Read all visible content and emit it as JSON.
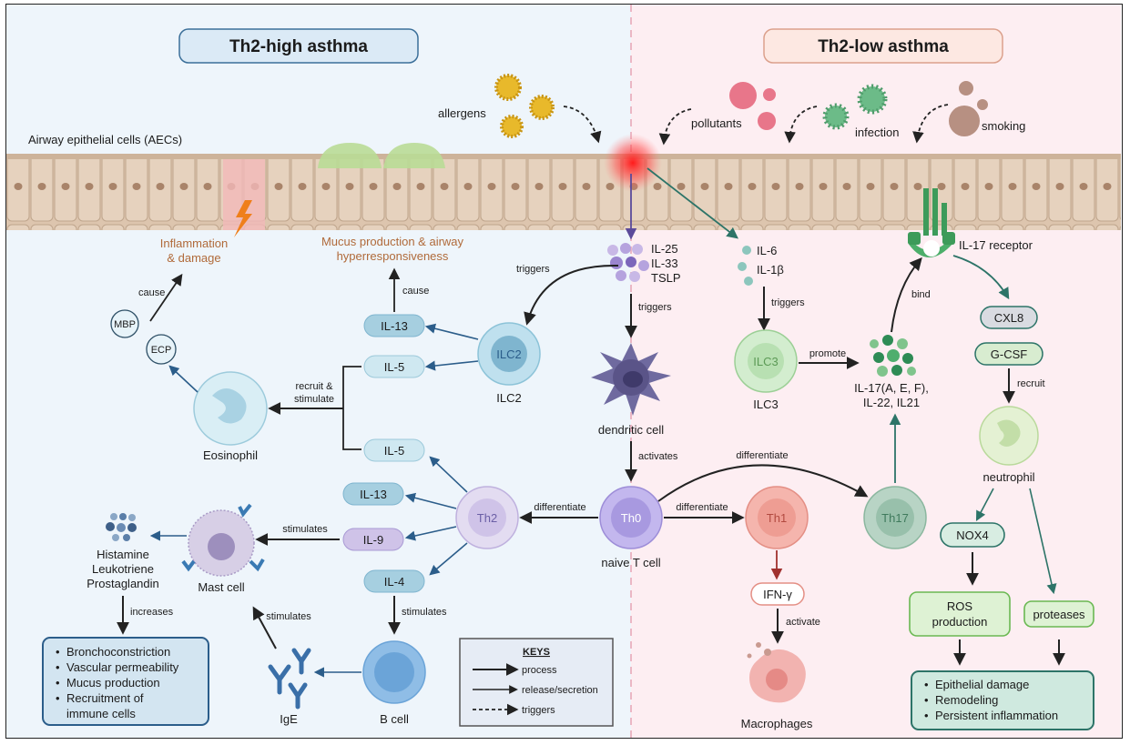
{
  "panels": {
    "left_title": "Th2-high asthma",
    "right_title": "Th2-low asthma"
  },
  "epithelium": {
    "label": "Airway epithelial cells (AECs)"
  },
  "triggers": {
    "allergens": "allergens",
    "pollutants": "pollutants",
    "infection": "infection",
    "smoking": "smoking"
  },
  "effects": {
    "inflammation": [
      "Inflammation",
      "& damage"
    ],
    "mucus": [
      "Mucus production & airway",
      "hyperresponsiveness"
    ]
  },
  "cytokines": {
    "alarmins": [
      "IL-25",
      "IL-33",
      "TSLP"
    ],
    "il6": "IL-6",
    "il1b": "IL-1β",
    "il17_products": [
      "IL-17(A, E, F),",
      "IL-22, IL21"
    ],
    "il17_receptor": "IL-17 receptor",
    "cxl8": "CXL8",
    "gcsf": "G-CSF",
    "ifng": "IFN-γ",
    "nox4": "NOX4",
    "ros": [
      "ROS",
      "production"
    ],
    "proteases": "proteases",
    "ilc2_out": [
      "IL-13",
      "IL-5"
    ],
    "th2_out": [
      "IL-5",
      "IL-13",
      "IL-9",
      "IL-4"
    ],
    "mbp": "MBP",
    "ecp": "ECP"
  },
  "cells": {
    "ilc2_inner": "ILC2",
    "ilc2_label": "ILC2",
    "ilc3_inner": "ILC3",
    "ilc3_label": "ILC3",
    "dendritic": "dendritic cell",
    "th0_inner": "Th0",
    "th0_label": "naive T cell",
    "th1": "Th1",
    "th2": "Th2",
    "th17": "Th17",
    "eosinophil": "Eosinophil",
    "mast": "Mast cell",
    "bcell": "B cell",
    "ige": "IgE",
    "neutrophil": "neutrophil",
    "macrophages": "Macrophages"
  },
  "arrow_labels": {
    "triggers_ilc2": "triggers",
    "triggers_dc": "triggers",
    "triggers_ilc3": "triggers",
    "cause_left": "cause",
    "cause_mid": "cause",
    "recruit_stimulate": [
      "recruit &",
      "stimulate"
    ],
    "activates": "activates",
    "differentiate_th2": "differentiate",
    "differentiate_th1": "differentiate",
    "differentiate_th17": "differentiate",
    "stimulates_mast": "stimulates",
    "stimulates_mast_ige": "stimulates",
    "stimulates_bcell": "stimulates",
    "increases": "increases",
    "promote": "promote",
    "bind": "bind",
    "recruit": "recruit",
    "activate": "activate"
  },
  "mediators": [
    "Histamine",
    "Leukotriene",
    "Prostaglandin"
  ],
  "outcomes_left": [
    "Bronchoconstriction",
    "Vascular permeability",
    "Mucus production",
    "Recruitment of",
    "immune cells"
  ],
  "outcomes_right": [
    "Epithelial damage",
    "Remodeling",
    "Persistent inflammation"
  ],
  "keys": {
    "title": "KEYS",
    "process": "process",
    "release": "release/secretion",
    "triggers": "triggers"
  },
  "colors": {
    "left_bg": "#eef5fb",
    "right_bg": "#fdeef2",
    "accent_blue": "#2b5d8a",
    "teal": "#2d7468"
  }
}
